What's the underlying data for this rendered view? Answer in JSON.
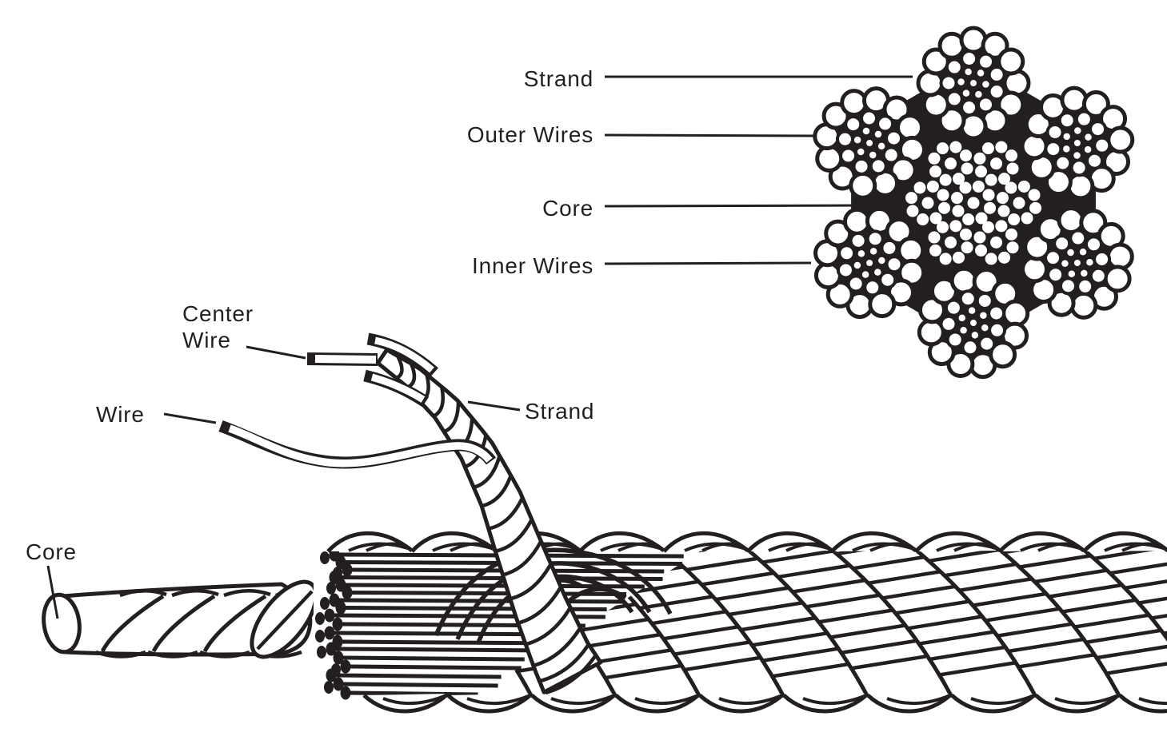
{
  "colors": {
    "ink": "#231f20",
    "paper": "#ffffff"
  },
  "cross_section": {
    "labels": {
      "strand": "Strand",
      "outer_wires": "Outer Wires",
      "core": "Core",
      "inner_wires": "Inner Wires"
    }
  },
  "side_view": {
    "labels": {
      "center_wire": "Center Wire",
      "wire": "Wire",
      "strand": "Strand",
      "core": "Core"
    }
  }
}
